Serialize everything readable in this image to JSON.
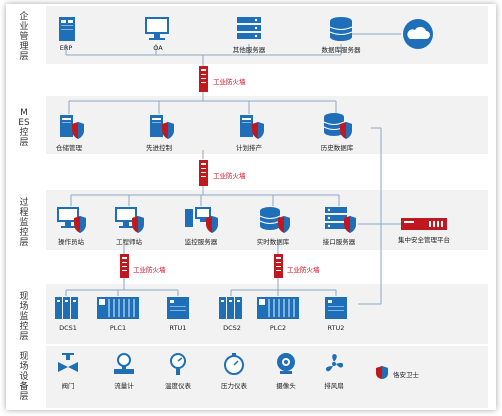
{
  "layers": {
    "enterprise": "企业管理层",
    "mes": "MES控层",
    "process": "过程监控层",
    "field_control": "现场监控层",
    "field_device": "现场设备层"
  },
  "enterprise_nodes": [
    "ERP",
    "OA",
    "其他服务器",
    "数据库服务器"
  ],
  "mes_nodes": [
    "仓储管理",
    "先进控制",
    "计划排产",
    "历史数据库"
  ],
  "process_nodes": [
    "操作员站",
    "工程师站",
    "监控服务器",
    "实时数据库",
    "接口服务器"
  ],
  "field_control_nodes": [
    "DCS1",
    "PLC1",
    "RTU1",
    "DCS2",
    "PLC2",
    "RTU2"
  ],
  "device_nodes": [
    "阀门",
    "流量计",
    "温度仪表",
    "压力仪表",
    "摄像头",
    "排风扇"
  ],
  "firewall_label": "工业防火墙",
  "central_platform": "集中安全管理平台",
  "legend": "恪安卫士",
  "colors": {
    "blue": "#1e6fb8",
    "red": "#c0181f",
    "band": "#f2f2f2",
    "line": "#6b9fd4"
  }
}
